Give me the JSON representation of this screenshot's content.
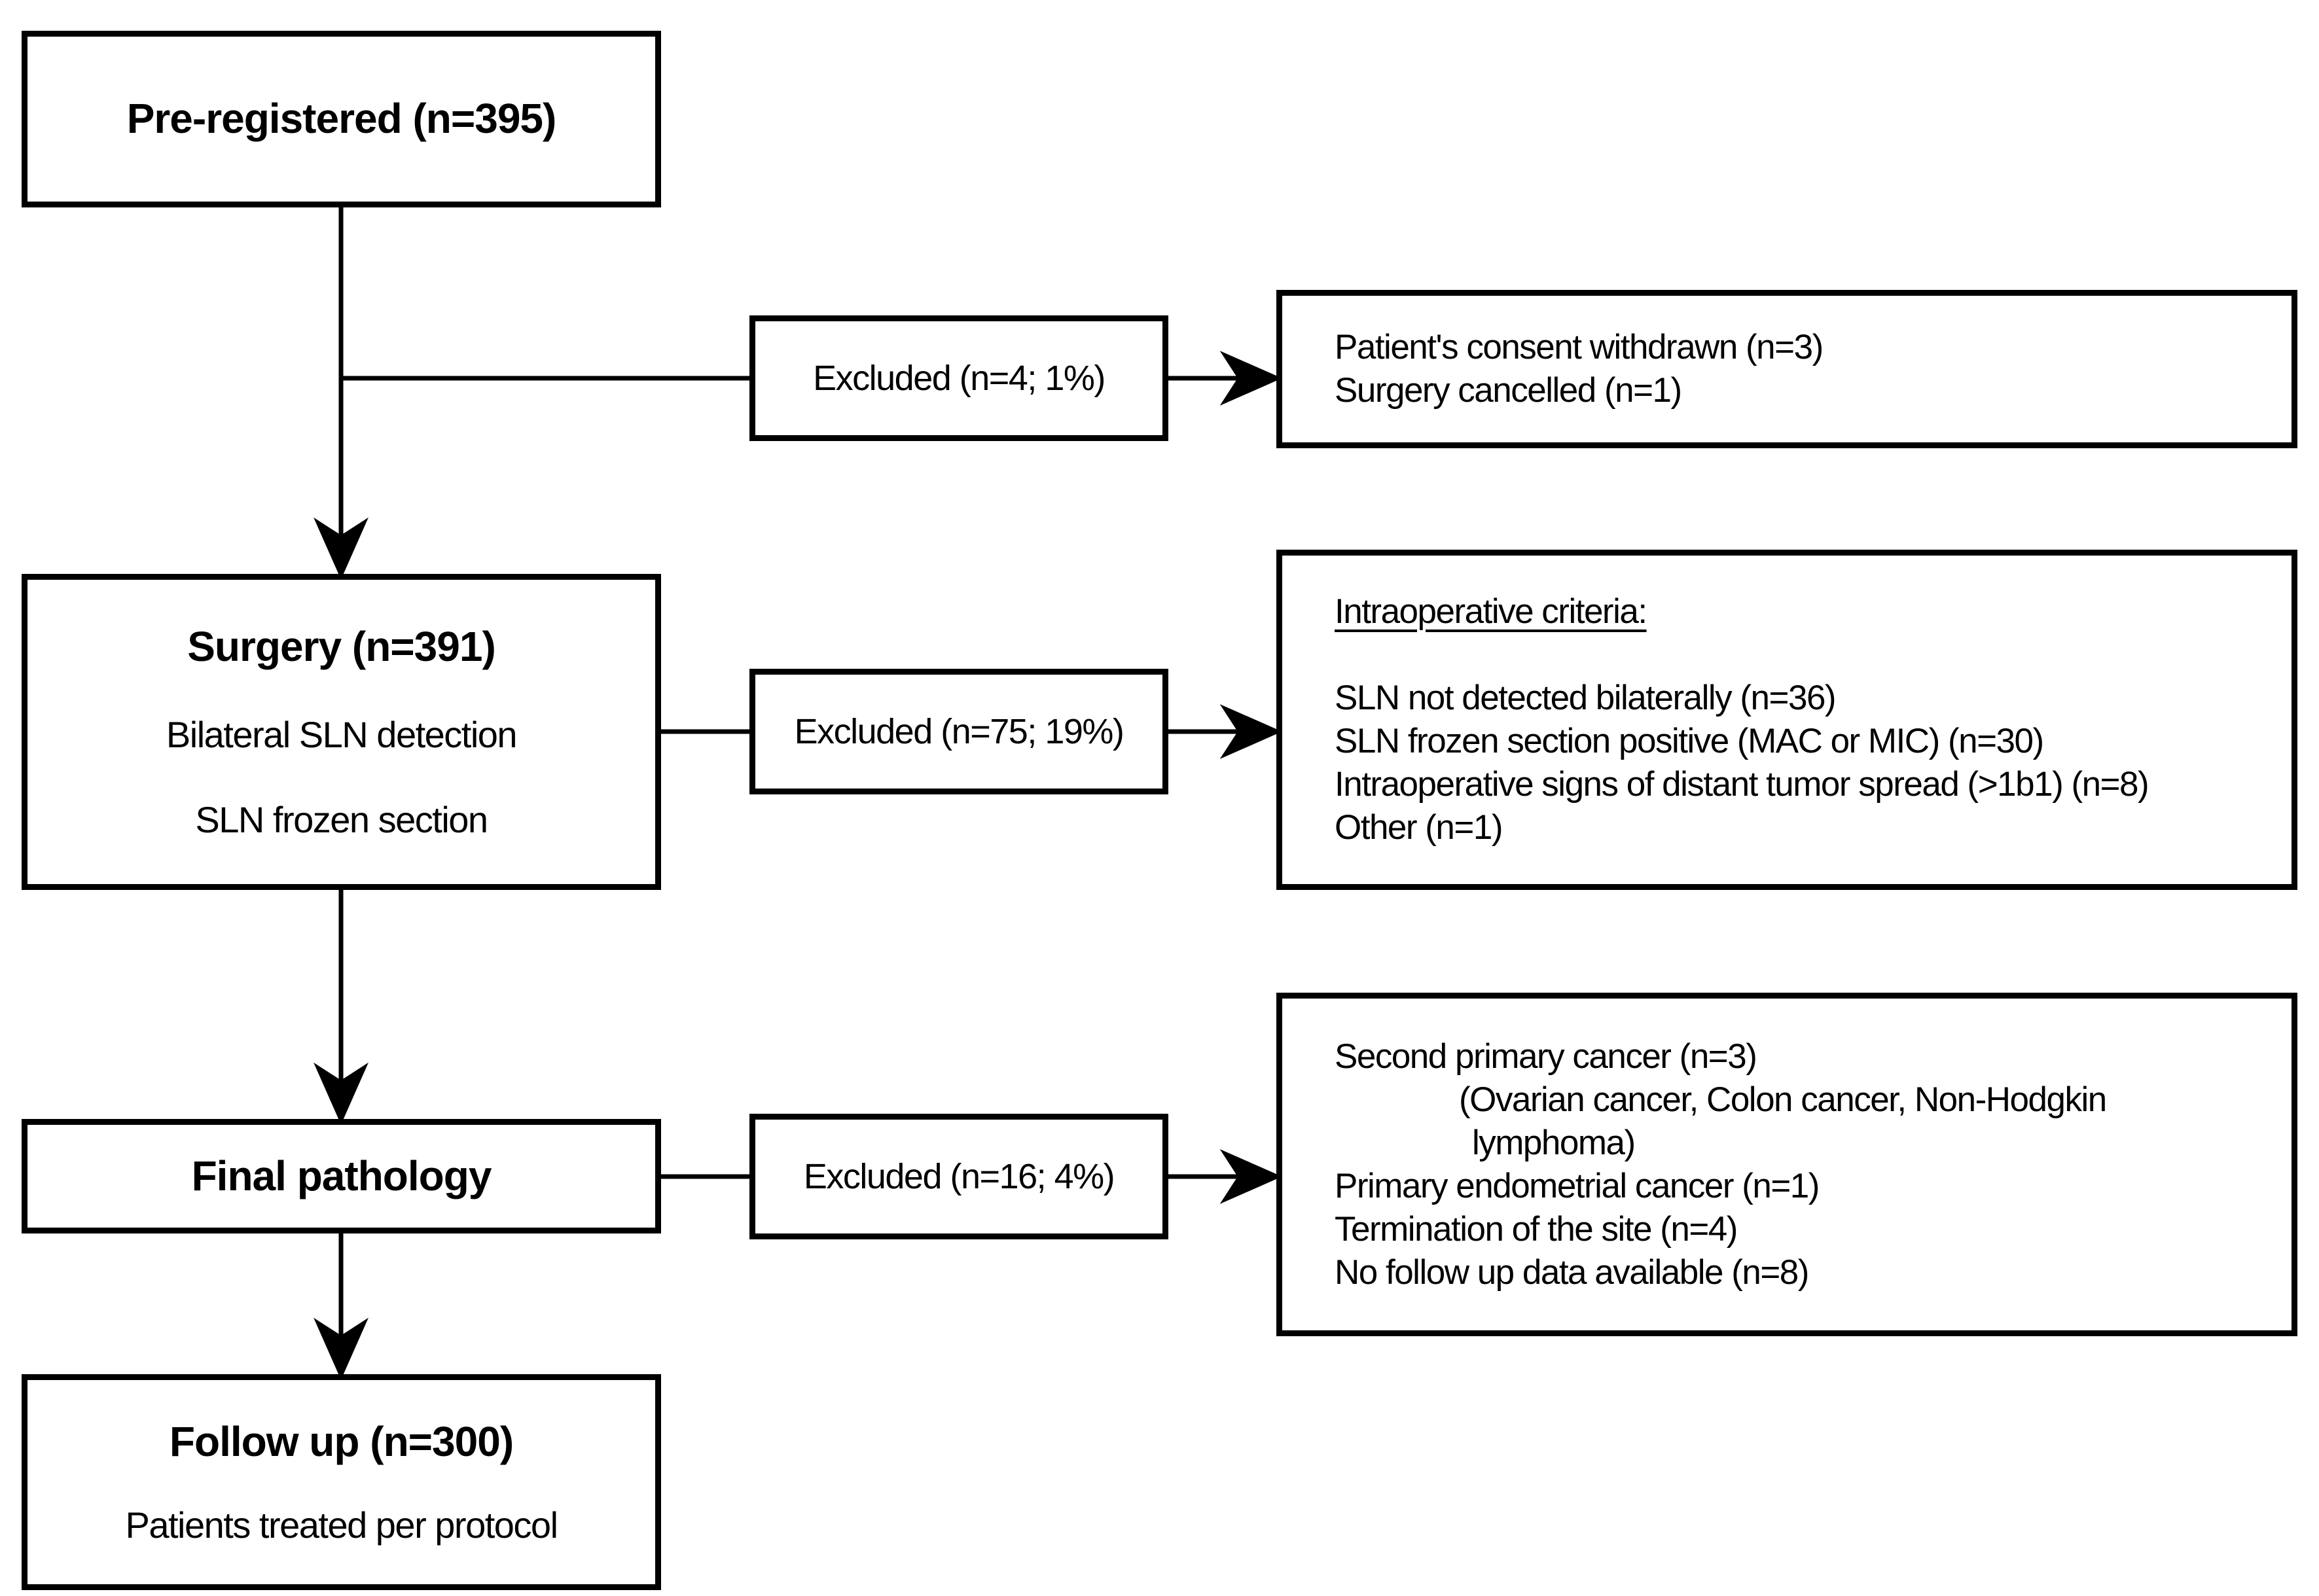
{
  "figure": {
    "type": "patient-flow-diagram"
  },
  "colors": {
    "background": "#ffffff",
    "line": "#000000",
    "text": "#000000"
  },
  "boxes": {
    "pre_registered": {
      "title": "Pre-registered (n=395)"
    },
    "excluded_1": {
      "label": "Excluded (n=4; 1%)"
    },
    "reasons_1": {
      "lines": [
        "Patient's consent withdrawn (n=3)",
        "Surgery cancelled (n=1)"
      ]
    },
    "surgery": {
      "title": "Surgery (n=391)",
      "lines": [
        "Bilateral SLN detection",
        "SLN frozen section"
      ]
    },
    "excluded_2": {
      "label": "Excluded (n=75; 19%)"
    },
    "reasons_2": {
      "heading": "Intraoperative criteria:",
      "items": [
        "SLN not detected bilaterally (n=36)",
        "SLN frozen section positive (MAC or MIC) (n=30)",
        "Intraoperative signs of distant tumor spread (>1b1) (n=8)",
        "Other (n=1)"
      ]
    },
    "final_pathology": {
      "title": "Final pathology"
    },
    "excluded_3": {
      "label": "Excluded (n=16; 4%)"
    },
    "reasons_3": {
      "items": [
        "Second primary cancer (n=3)",
        "(Ovarian cancer, Colon cancer, Non-Hodgkin",
        "lymphoma)",
        "Primary endometrial cancer (n=1)",
        "Termination of the site (n=4)",
        "No follow up data available (n=8)"
      ]
    },
    "follow_up": {
      "title": "Follow up (n=300)",
      "lines": [
        "Patients treated per protocol"
      ]
    }
  }
}
